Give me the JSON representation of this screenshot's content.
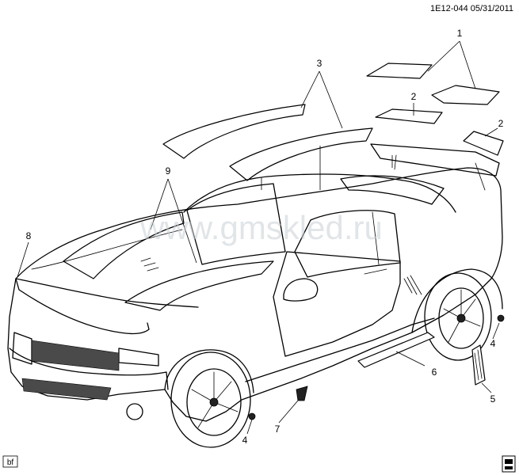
{
  "header": {
    "reference": "1E12-044  05/31/2011"
  },
  "watermark": "www.gmskled.ru",
  "footer": {
    "bf_label": "bf",
    "corner_icon": "book-icon"
  },
  "callouts": [
    {
      "id": "c1",
      "label": "1"
    },
    {
      "id": "c2a",
      "label": "2"
    },
    {
      "id": "c2b",
      "label": "2"
    },
    {
      "id": "c3",
      "label": "3"
    },
    {
      "id": "c4a",
      "label": "4"
    },
    {
      "id": "c4b",
      "label": "4"
    },
    {
      "id": "c5",
      "label": "5"
    },
    {
      "id": "c6",
      "label": "6"
    },
    {
      "id": "c7",
      "label": "7"
    },
    {
      "id": "c8",
      "label": "8"
    },
    {
      "id": "c9",
      "label": "9"
    }
  ]
}
